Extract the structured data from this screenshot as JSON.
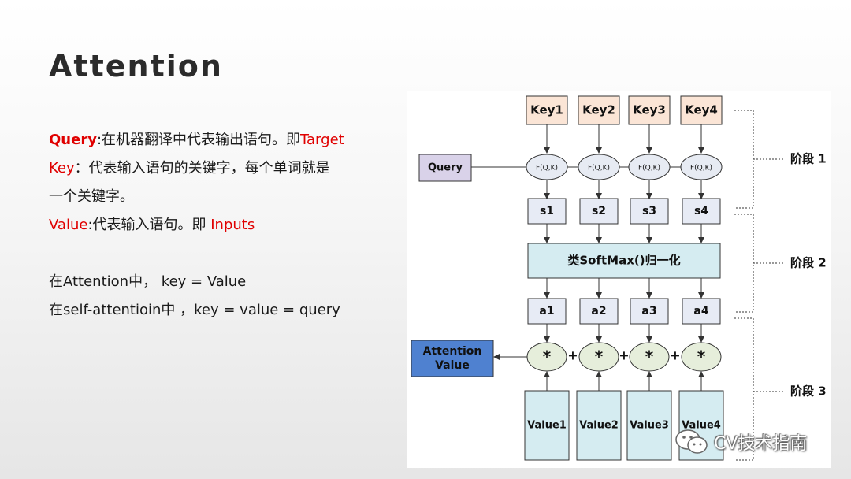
{
  "slide": {
    "title": "Attention",
    "lines": {
      "query_label": "Query",
      "query_text": ":在机器翻译中代表输出语句。即",
      "query_target": "Target",
      "key_label": "Key",
      "key_text": "：代表输入语句的关键字，每个单词就是",
      "key_text2": "一个关键字。",
      "value_label": "Value",
      "value_text": ":代表输入语句。即 ",
      "value_inputs": "Inputs",
      "note1": "在Attention中，  key = Value",
      "note2": "在self-attentioin中 ，key = value  = query"
    }
  },
  "diagram": {
    "keys": [
      "Key1",
      "Key2",
      "Key3",
      "Key4"
    ],
    "query": "Query",
    "f_nodes": [
      "F(Q,K)",
      "F(Q,K)",
      "F(Q,K)",
      "F(Q,K)"
    ],
    "scores": [
      "s1",
      "s2",
      "s3",
      "s4"
    ],
    "softmax": "类SoftMax()归一化",
    "weights": [
      "a1",
      "a2",
      "a3",
      "a4"
    ],
    "multiply": [
      "*",
      "*",
      "*",
      "*"
    ],
    "plus": [
      "+",
      "+",
      "+"
    ],
    "attention_value_line1": "Attention",
    "attention_value_line2": "Value",
    "values": [
      "Value1",
      "Value2",
      "Value3",
      "Value4"
    ],
    "stages": [
      "阶段 1",
      "阶段 2",
      "阶段 3"
    ],
    "colors": {
      "key_fill": "#fbe5d6",
      "query_fill": "#d9d2e9",
      "f_fill": "#e7ebf3",
      "score_fill": "#e7ebf5",
      "softmax_fill": "#d5ecf1",
      "mult_fill": "#e6eedb",
      "attn_fill": "#4f81d0",
      "value_fill": "#d5ecf1"
    }
  },
  "watermark": {
    "text": "CV技术指南",
    "icon": "wechat-icon"
  }
}
